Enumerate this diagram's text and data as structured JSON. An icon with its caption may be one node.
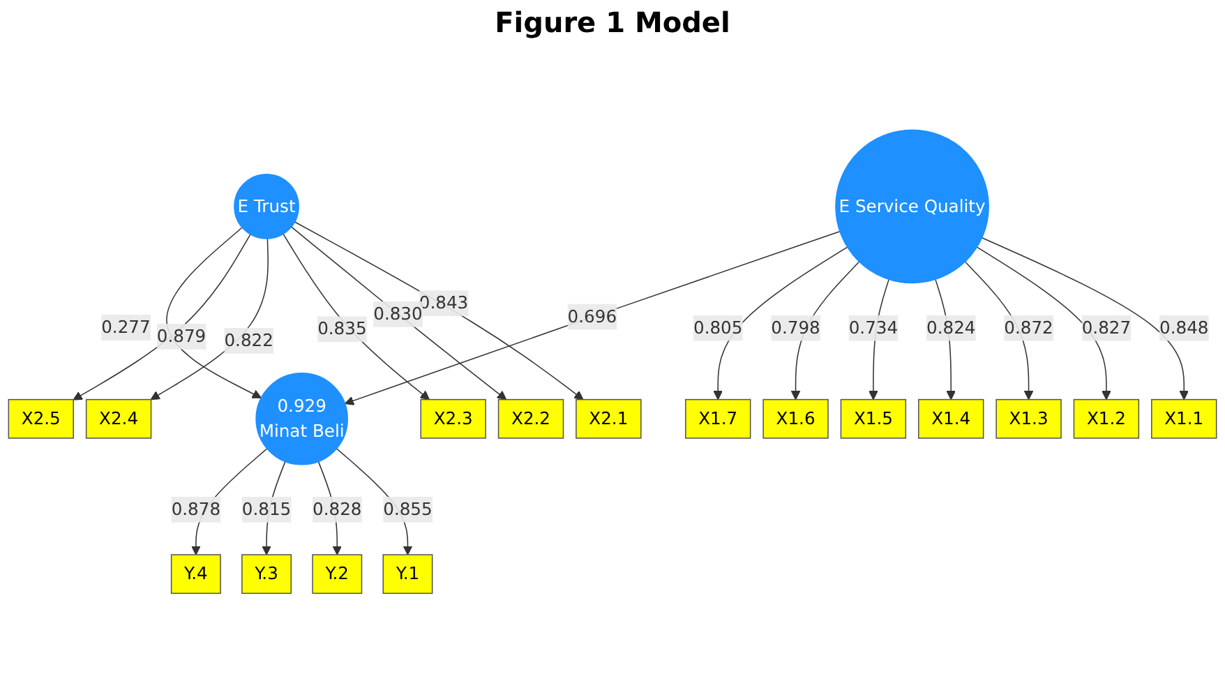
{
  "diagram": {
    "title": "Figure 1 Model",
    "nodes": [
      {
        "text": [
          "X2.1"
        ]
      },
      {
        "text": [
          "X2.2"
        ]
      },
      {
        "text": [
          "X2.3"
        ]
      },
      {
        "text": [
          "X2.4"
        ]
      },
      {
        "text": [
          "X2.5"
        ]
      },
      {
        "text": [
          "E Trust"
        ]
      },
      {
        "text": [
          "X1.1"
        ]
      },
      {
        "text": [
          "X1.2"
        ]
      },
      {
        "text": [
          "X1.3"
        ]
      },
      {
        "text": [
          "X1.4"
        ]
      },
      {
        "text": [
          "X1.5"
        ]
      },
      {
        "text": [
          "X1.6"
        ]
      },
      {
        "text": [
          "X1.7"
        ]
      },
      {
        "text": [
          "E Service Quality"
        ]
      },
      {
        "text": [
          "0.929",
          "Minat Beli"
        ]
      },
      {
        "text": [
          "Y.1"
        ]
      },
      {
        "text": [
          "Y.2"
        ]
      },
      {
        "text": [
          "Y.3"
        ]
      },
      {
        "text": [
          "Y.4"
        ]
      }
    ],
    "edges": [
      {
        "from": 5,
        "to": 0,
        "arrow": "to",
        "label": "0.843"
      },
      {
        "from": 5,
        "to": 1,
        "arrow": "to",
        "label": "0.830"
      },
      {
        "from": 5,
        "to": 2,
        "arrow": "to",
        "label": "0.835"
      },
      {
        "from": 5,
        "to": 3,
        "arrow": "to",
        "label": "0.822"
      },
      {
        "from": 5,
        "to": 4,
        "arrow": "to",
        "label": "0.879"
      },
      {
        "from": 13,
        "to": 6,
        "arrow": "to",
        "label": "0.848"
      },
      {
        "from": 13,
        "to": 7,
        "arrow": "to",
        "label": "0.827"
      },
      {
        "from": 13,
        "to": 8,
        "arrow": "to",
        "label": "0.872"
      },
      {
        "from": 13,
        "to": 9,
        "arrow": "to",
        "label": "0.824"
      },
      {
        "from": 13,
        "to": 10,
        "arrow": "to",
        "label": "0.734"
      },
      {
        "from": 13,
        "to": 11,
        "arrow": "to",
        "label": "0.798"
      },
      {
        "from": 13,
        "to": 12,
        "arrow": "to",
        "label": "0.805"
      },
      {
        "from": 5,
        "to": 14,
        "arrow": "to",
        "label": "0.277"
      },
      {
        "from": 13,
        "to": 14,
        "arrow": "to",
        "label": "0.696"
      },
      {
        "from": 14,
        "to": 15,
        "arrow": "to",
        "label": "0.855"
      },
      {
        "from": 14,
        "to": 16,
        "arrow": "to",
        "label": "0.828"
      },
      {
        "from": 14,
        "to": 17,
        "arrow": "to",
        "label": "0.815"
      },
      {
        "from": 14,
        "to": 18,
        "arrow": "to",
        "label": "0.878"
      }
    ]
  }
}
